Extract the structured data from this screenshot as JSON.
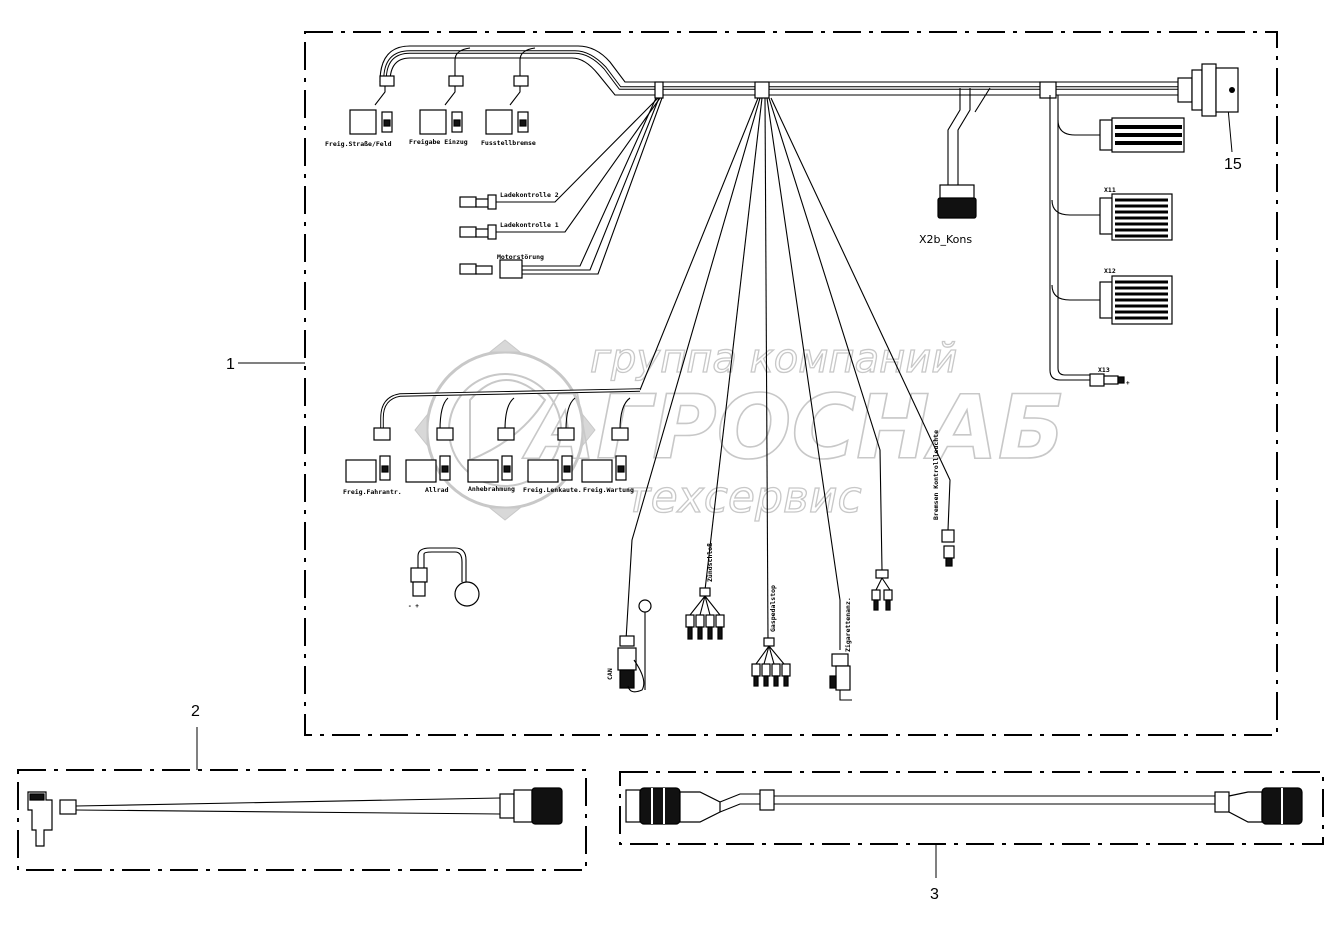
{
  "positions": {
    "main_harness": "1",
    "adapter_cable": "2",
    "extension_cable": "3",
    "socket": "15"
  },
  "connector_labels": {
    "x2b": "X2b_Kons",
    "x11": "X11",
    "x12": "X12",
    "x13": "X13"
  },
  "top_labels": [
    "Freig.Straße/Feld",
    "Freigabe Einzug",
    "Fusstellbremse"
  ],
  "lamp_labels": [
    "Ladekontrolle 2",
    "Ladekontrolle 1",
    "Motorstörung"
  ],
  "lower_labels": [
    "Freig.Fahrantr.",
    "Allrad",
    "Anhebrahmung",
    "Freig.Lenkaute.",
    "Freig.Wartung"
  ],
  "vertical_labels": {
    "can": "CAN",
    "zuendschloss": "Zündschloß",
    "gaspedal": "Gaspedalstop",
    "zigaretten": "Zigarettenanz.",
    "kontrolle": "Bremsen Kontrollleuchte"
  },
  "polarity": "- +",
  "watermark": {
    "line1": "группа компаний",
    "line2": "АГРОСНАБ",
    "line3": "техсервис"
  }
}
